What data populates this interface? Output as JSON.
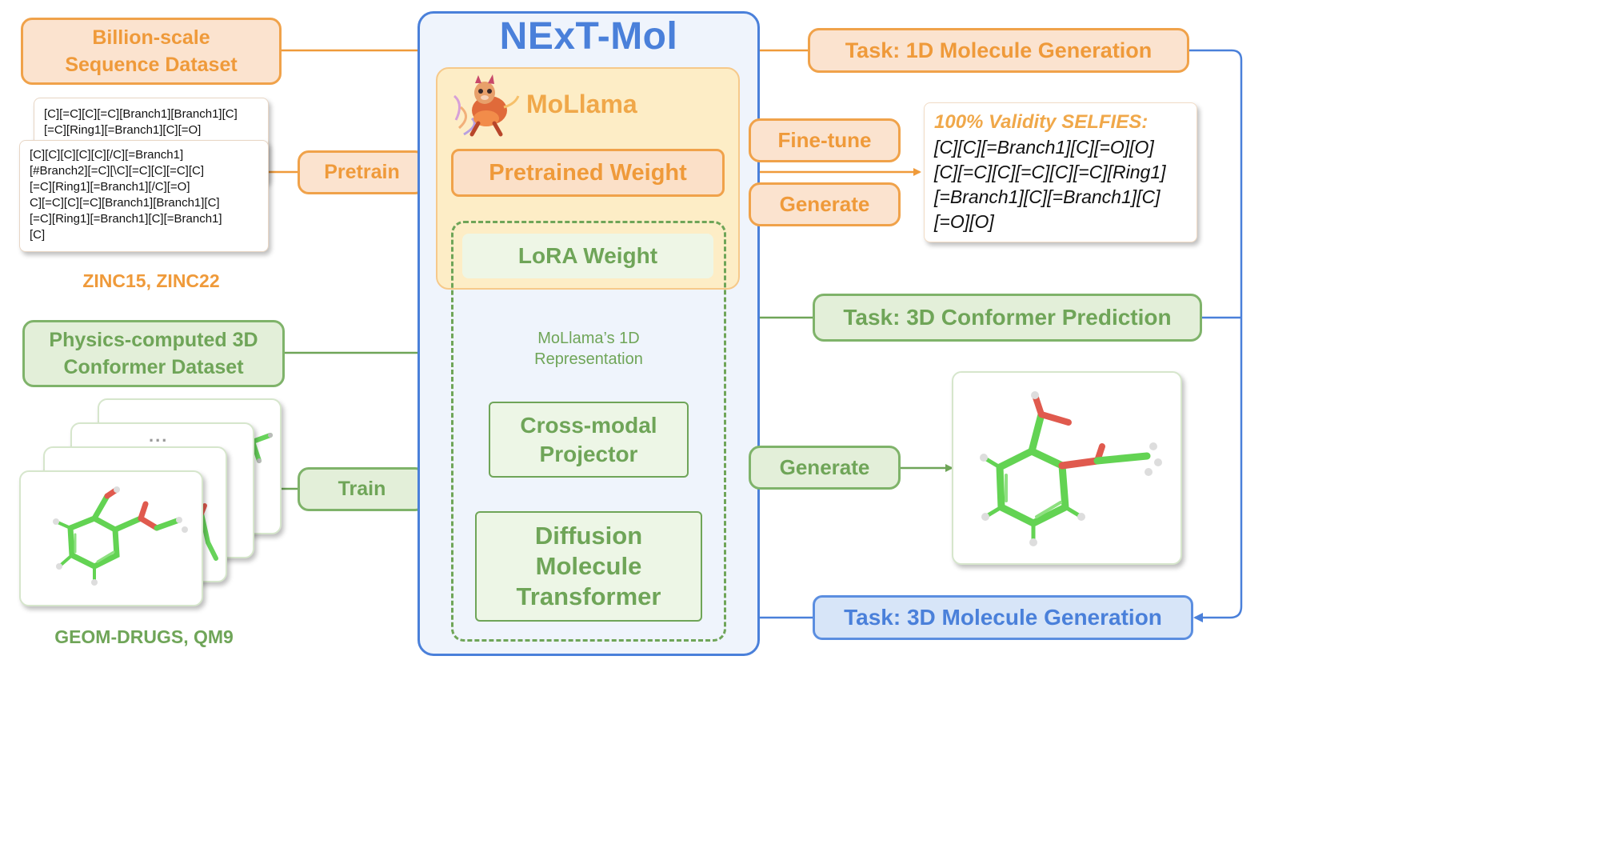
{
  "main_title": "NExT-Mol",
  "left": {
    "seq_dataset": "Billion-scale\nSequence Dataset",
    "seq_card_back": "[C][=C][C][=C][Branch1][Branch1][C]\n[=C][Ring1][=Branch1][C][=O]",
    "seq_card_front": "[C][C][C][C][C][/C][=Branch1]\n[#Branch2][=C][\\C][=C][C][=C][C]\n[=C][Ring1][=Branch1][/C][=O]\nC][=C][C][=C][Branch1][Branch1][C]\n[=C][Ring1][=Branch1][C][=Branch1]\n[C]",
    "zinc_label": "ZINC15, ZINC22",
    "conf_dataset": "Physics-computed 3D\nConformer Dataset",
    "ellipsis": "...",
    "geom_label": "GEOM-DRUGS, QM9"
  },
  "center": {
    "mollama_title": "MoLlama",
    "pretrained_weight": "Pretrained Weight",
    "lora_weight": "LoRA Weight",
    "representation": "MoLlama’s 1D\nRepresentation",
    "projector": "Cross-modal\nProjector",
    "dmt": "Diffusion\nMolecule\nTransformer"
  },
  "actions": {
    "pretrain": "Pretrain",
    "train": "Train",
    "finetune": "Fine-tune",
    "generate_top": "Generate",
    "generate_bottom": "Generate"
  },
  "right": {
    "task_1d": "Task: 1D Molecule Generation",
    "validity_title": "100% Validity SELFIES:",
    "validity_seq": "[C][C][=Branch1][C][=O][O]\n[C][=C][C][=C][C][=C][Ring1]\n[=Branch1][C][=Branch1][C]\n[=O][O]",
    "task_conf": "Task: 3D Conformer Prediction",
    "task_3d": "Task: 3D Molecule Generation"
  },
  "colors": {
    "orange": "#ef9a3a",
    "green": "#6fa558",
    "blue": "#4a80da"
  }
}
